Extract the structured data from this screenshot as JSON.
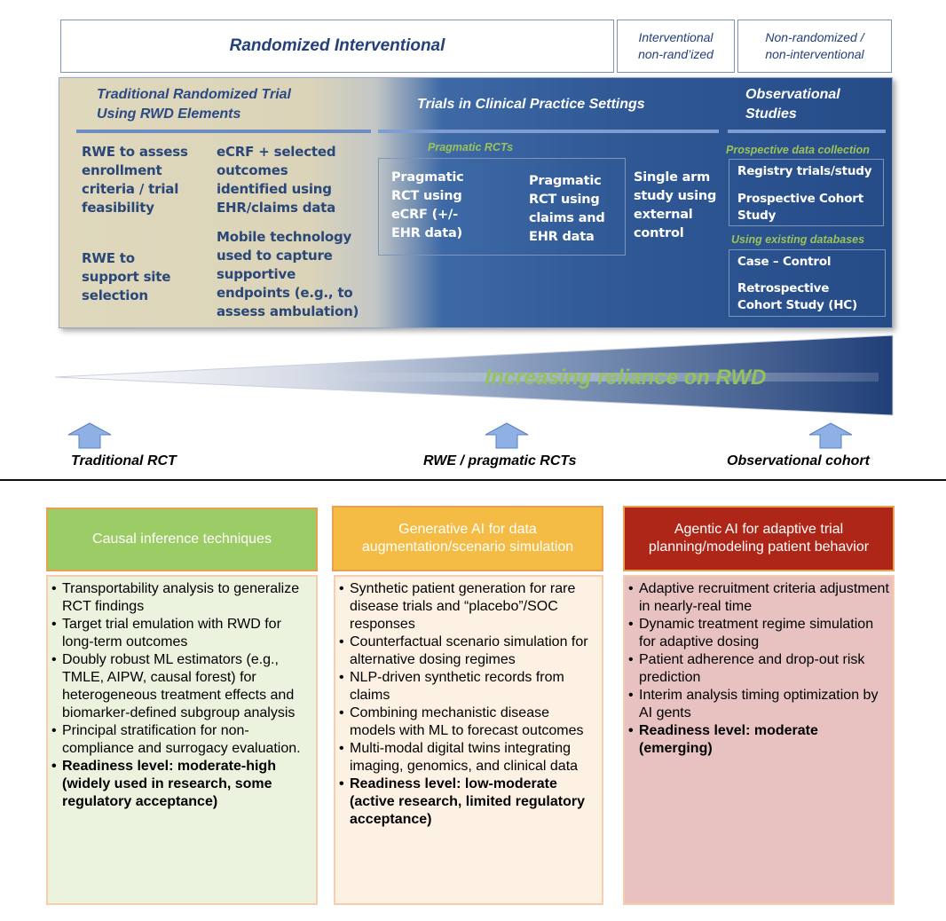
{
  "header": {
    "randomized": "Randomized Interventional",
    "interventional_line1": "Interventional",
    "interventional_line2": "non-rand’ized",
    "nonrandomized_line1": "Non-randomized /",
    "nonrandomized_line2": "non-interventional"
  },
  "panel": {
    "traditional": {
      "title_line1": "Traditional Randomized Trial",
      "title_line2": "Using RWD Elements",
      "col1_item1": [
        "RWE to assess",
        "enrollment",
        "criteria / trial",
        "feasibility"
      ],
      "col1_item2": [
        "RWE to",
        "support site",
        "selection"
      ],
      "col2_item1": [
        "eCRF + selected",
        "outcomes",
        "identified using",
        "EHR/claims data"
      ],
      "col2_item2": [
        "Mobile technology",
        "used to capture",
        "supportive",
        "endpoints (e.g., to",
        "assess ambulation)"
      ]
    },
    "clinical": {
      "title": "Trials in Clinical Practice Settings",
      "pragmatic_label": "Pragmatic RCTs",
      "pragmatic1": [
        "Pragmatic",
        "RCT using",
        "eCRF (+/-",
        "EHR data)"
      ],
      "pragmatic2": [
        "Pragmatic",
        "RCT using",
        "claims and",
        "EHR data"
      ],
      "single_arm": [
        "Single arm",
        "study using",
        "external",
        "control"
      ]
    },
    "observational": {
      "title_line1": "Observational",
      "title_line2": "Studies",
      "prospective_label": "Prospective data collection",
      "registry": "Registry trials/study",
      "prospective_cohort": [
        "Prospective Cohort",
        "Study"
      ],
      "existing_label": "Using  existing databases",
      "case_control": "Case – Control",
      "retrospective": [
        "Retrospective",
        "Cohort Study (HC)"
      ]
    }
  },
  "wedge": {
    "label": "Increasing reliance on RWD"
  },
  "spectrum": {
    "left": "Traditional RCT",
    "middle": "RWE / pragmatic RCTs",
    "right": "Observational cohort"
  },
  "cards": {
    "causal": {
      "title": "Causal inference techniques",
      "items": [
        "Transportability analysis to generalize RCT findings",
        "Target trial emulation with RWD for long-term outcomes",
        "Doubly robust ML estimators (e.g., TMLE, AIPW, causal forest) for heterogeneous treatment effects and biomarker-defined subgroup analysis",
        "Principal stratification for non-compliance and surrogacy evaluation."
      ],
      "readiness_label": "Readiness level",
      "readiness_value": ": moderate-high (widely used in research, some regulatory acceptance)"
    },
    "generative": {
      "title": "Generative AI for data augmentation/scenario simulation",
      "items": [
        "Synthetic patient generation for rare disease trials and “placebo”/SOC responses",
        "Counterfactual scenario simulation for alternative dosing regimes",
        "NLP-driven synthetic records from claims",
        "Combining mechanistic disease models with ML to forecast outcomes",
        "Multi-modal digital twins integrating imaging, genomics, and clinical data"
      ],
      "readiness": "Readiness level: low-moderate (active research, limited regulatory acceptance)"
    },
    "agentic": {
      "title": "Agentic AI for adaptive trial planning/modeling patient behavior",
      "items": [
        "Adaptive recruitment criteria adjustment in nearly-real time",
        "Dynamic treatment regime simulation for adaptive dosing",
        "Patient adherence and drop-out risk prediction",
        "Interim analysis timing optimization by AI gents"
      ],
      "readiness": "Readiness level: moderate (emerging)"
    }
  },
  "colors": {
    "navy": "#24417a",
    "panel_blue": "#2e5793",
    "green_header": "#9ccc65",
    "orange_header": "#f4bc45",
    "red_header": "#ad2617",
    "green_body": "#ebf3df",
    "orange_body": "#fdf1e3",
    "red_body": "#e8c1c1"
  }
}
